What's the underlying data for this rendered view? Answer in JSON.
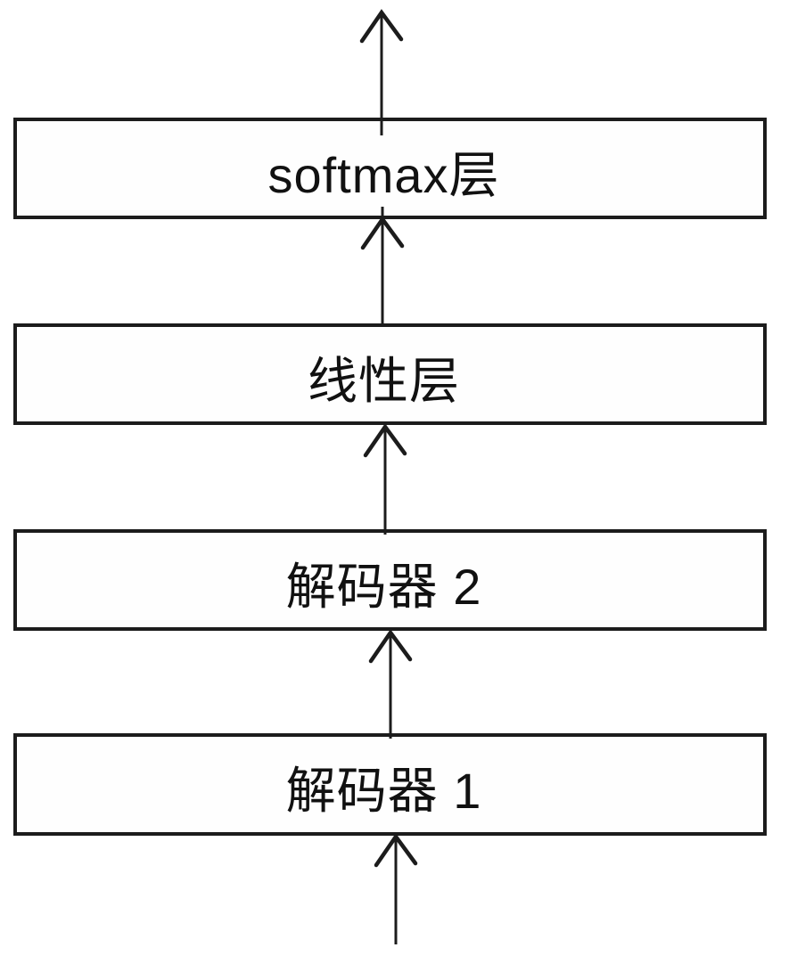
{
  "diagram": {
    "type": "flowchart",
    "flow_direction": "bottom-to-top",
    "boxes": [
      {
        "id": "softmax-layer",
        "label": "softmax层"
      },
      {
        "id": "linear-layer",
        "label": "线性层"
      },
      {
        "id": "decoder-2",
        "label": "解码器 2"
      },
      {
        "id": "decoder-1",
        "label": "解码器 1"
      }
    ],
    "connectors": [
      {
        "from": "softmax-layer",
        "to": "output",
        "style": "open-chevron-arrow-up"
      },
      {
        "from": "linear-layer",
        "to": "softmax-layer",
        "style": "open-chevron-arrow-up"
      },
      {
        "from": "decoder-2",
        "to": "linear-layer",
        "style": "open-chevron-arrow-up"
      },
      {
        "from": "decoder-1",
        "to": "decoder-2",
        "style": "open-chevron-arrow-up"
      },
      {
        "from": "input",
        "to": "decoder-1",
        "style": "open-chevron-arrow-up"
      }
    ],
    "colors": {
      "line": "#1c1c1c",
      "background": "#ffffff",
      "box_fill": "#fefefe",
      "text": "#111111"
    }
  }
}
